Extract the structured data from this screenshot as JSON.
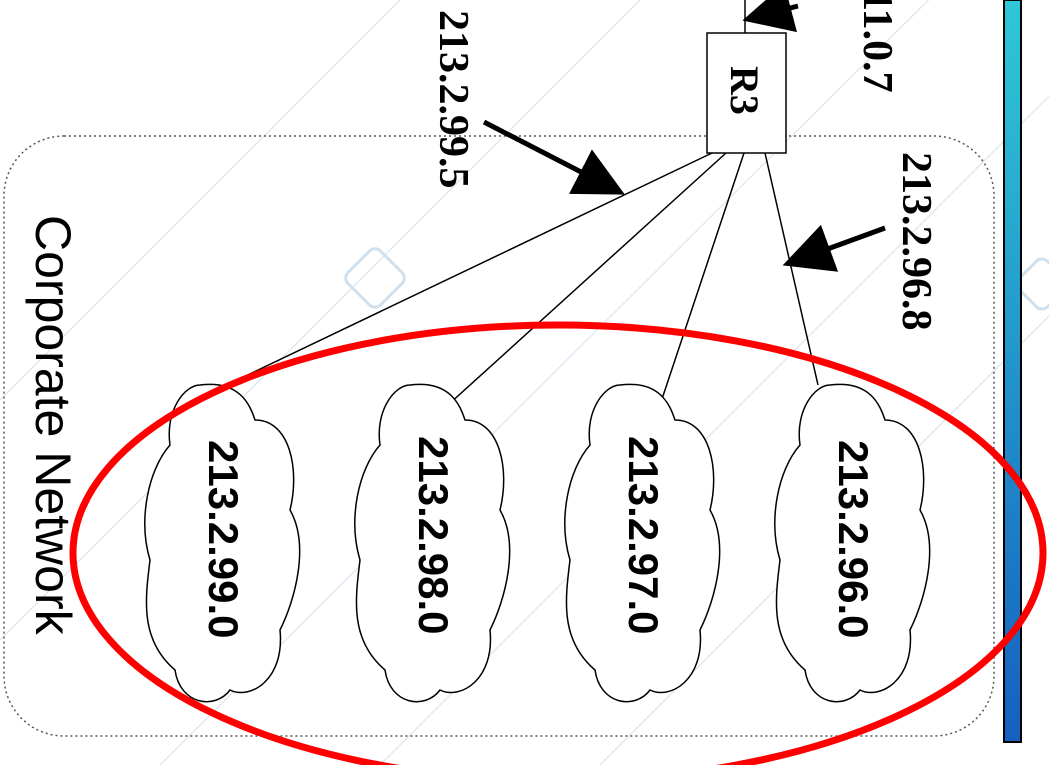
{
  "diagram": {
    "region_label": "Corporate Network",
    "router": {
      "label": "R3"
    },
    "interfaces": {
      "top_partial": "11.0.7",
      "left_link": "213.2.99.5",
      "right_link": "213.2.96.8"
    },
    "subnets": [
      {
        "label": "213.2.99.0"
      },
      {
        "label": "213.2.98.0"
      },
      {
        "label": "213.2.97.0"
      },
      {
        "label": "213.2.96.0"
      }
    ],
    "colors": {
      "highlight_ellipse": "#ff0000",
      "side_bar_top": "#2ec8d6",
      "side_bar_bottom": "#1560c0",
      "watermark": "#cfe0ee"
    }
  }
}
